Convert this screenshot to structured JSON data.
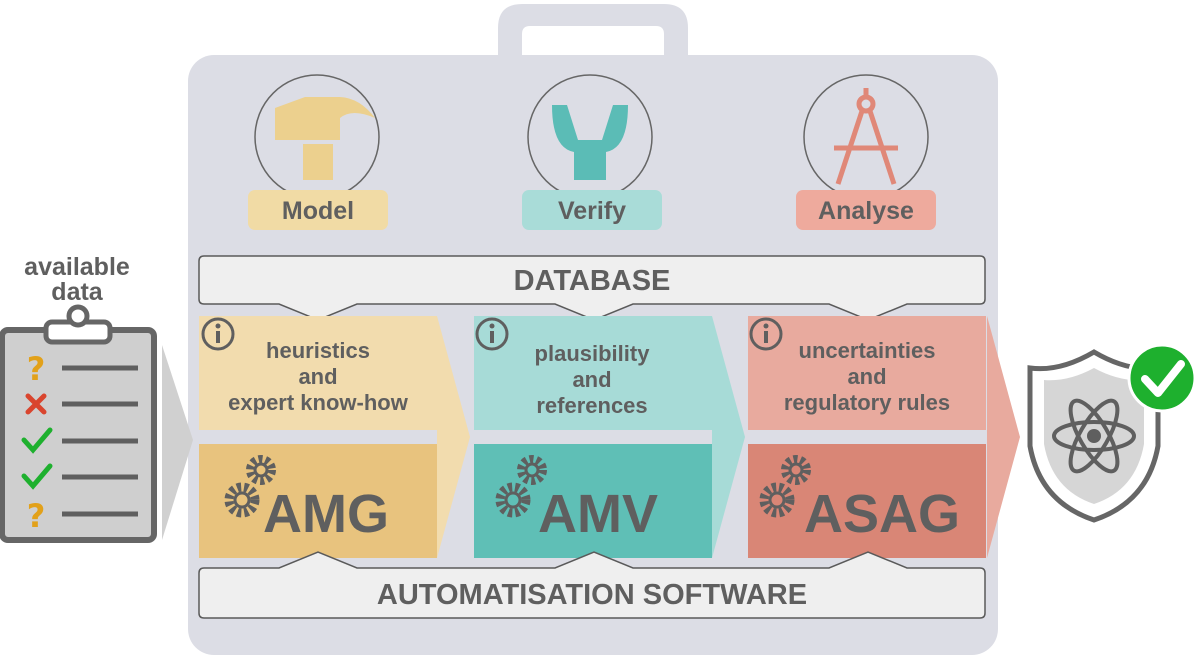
{
  "input": {
    "title_line1": "available",
    "title_line2": "data"
  },
  "tools": [
    {
      "label": "Model",
      "icon": "hammer-icon",
      "color": "#ecd08e",
      "label_bg": "#f1dba5"
    },
    {
      "label": "Verify",
      "icon": "wrench-icon",
      "color": "#5bbcb6",
      "label_bg": "#a9dcd8"
    },
    {
      "label": "Analyse",
      "icon": "compass-icon",
      "color": "#e08878",
      "label_bg": "#eeaa9d"
    }
  ],
  "database": {
    "label": "DATABASE"
  },
  "stages": [
    {
      "info_line1": "heuristics",
      "info_line2": "and",
      "info_line3": "expert know-how",
      "name": "AMG",
      "info_bg": "#f2dcae",
      "name_bg": "#e8c37e",
      "arrow": "#f2dcae"
    },
    {
      "info_line1": "plausibility",
      "info_line2": "and",
      "info_line3": "references",
      "name": "AMV",
      "info_bg": "#a7dbd7",
      "name_bg": "#5fbfb6",
      "arrow": "#a7dbd7"
    },
    {
      "info_line1": "uncertainties",
      "info_line2": "and",
      "info_line3": "regulatory rules",
      "name": "ASAG",
      "info_bg": "#e8aa9e",
      "name_bg": "#d98676",
      "arrow": "#e8aa9e"
    }
  ],
  "automation": {
    "label": "AUTOMATISATION SOFTWARE"
  },
  "checklist": [
    "question",
    "cross",
    "check",
    "check",
    "question"
  ],
  "colors": {
    "case": "#dcdde5",
    "gray_text": "#5f5f5f",
    "check_green": "#1eb02e",
    "question_orange": "#e2a11a",
    "cross_red": "#d9452e"
  }
}
